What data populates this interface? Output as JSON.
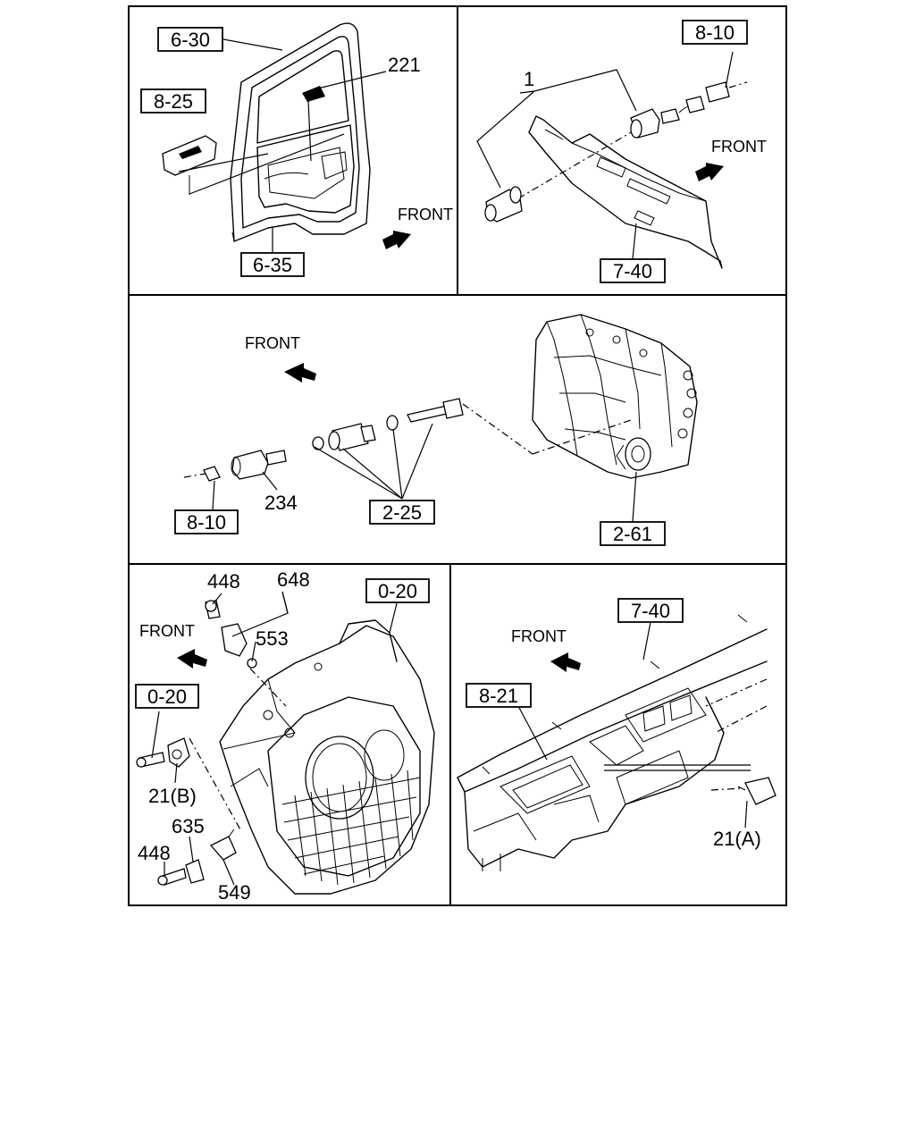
{
  "front_label": "FRONT",
  "panels": {
    "p1": {
      "refs": [
        "6-30",
        "8-25",
        "6-35"
      ],
      "parts": [
        "221"
      ]
    },
    "p2": {
      "refs": [
        "8-10",
        "7-40"
      ],
      "parts": [
        "1"
      ]
    },
    "p3": {
      "refs": [
        "8-10",
        "2-25",
        "2-61"
      ],
      "parts": [
        "234"
      ]
    },
    "p4": {
      "refs": [
        "0-20",
        "0-20"
      ],
      "parts": [
        "448",
        "648",
        "553",
        "21(B)",
        "635",
        "448",
        "549"
      ]
    },
    "p5": {
      "refs": [
        "7-40",
        "8-21"
      ],
      "parts": [
        "21(A)"
      ]
    }
  }
}
